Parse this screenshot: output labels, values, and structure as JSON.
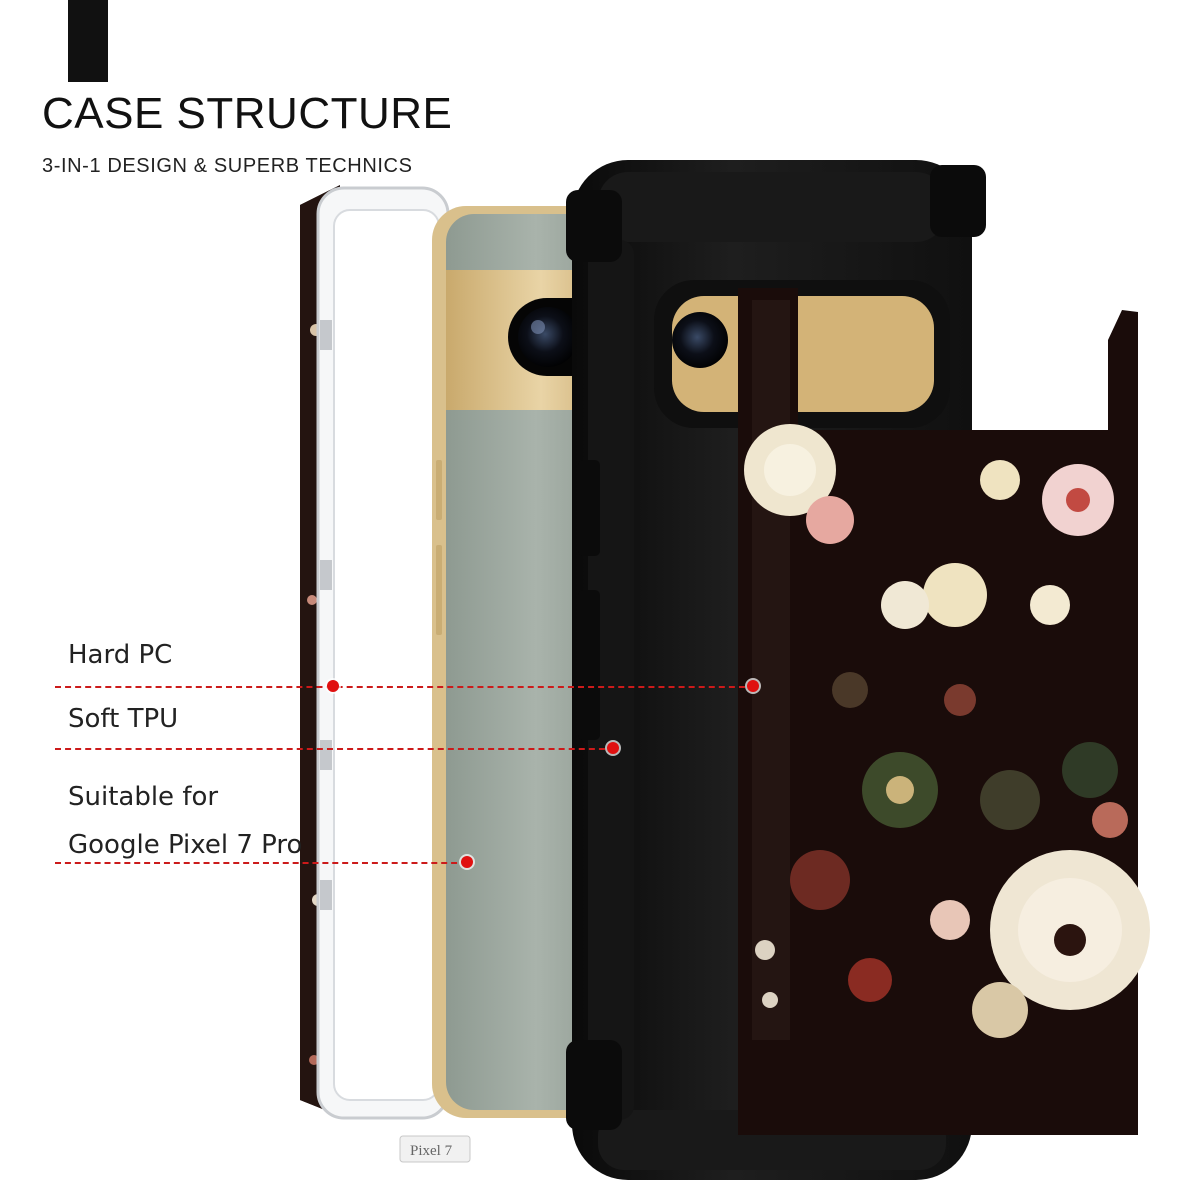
{
  "header": {
    "title": "CASE STRUCTURE",
    "subtitle": "3-IN-1 DESIGN & SUPERB TECHNICS"
  },
  "callouts": [
    {
      "label": "Hard PC"
    },
    {
      "label": "Soft TPU"
    },
    {
      "label_line1": "Suitable for",
      "label_line2": "Google Pixel 7 Pro"
    }
  ],
  "device": {
    "model_text": "Pixel 7"
  },
  "colors": {
    "accent": "#111111",
    "callout_red": "#e01010",
    "case_black": "#141414",
    "phone_gold": "#d9bf8a",
    "phone_sage": "#9aa59d",
    "floral_background": "#1a0c0a"
  }
}
